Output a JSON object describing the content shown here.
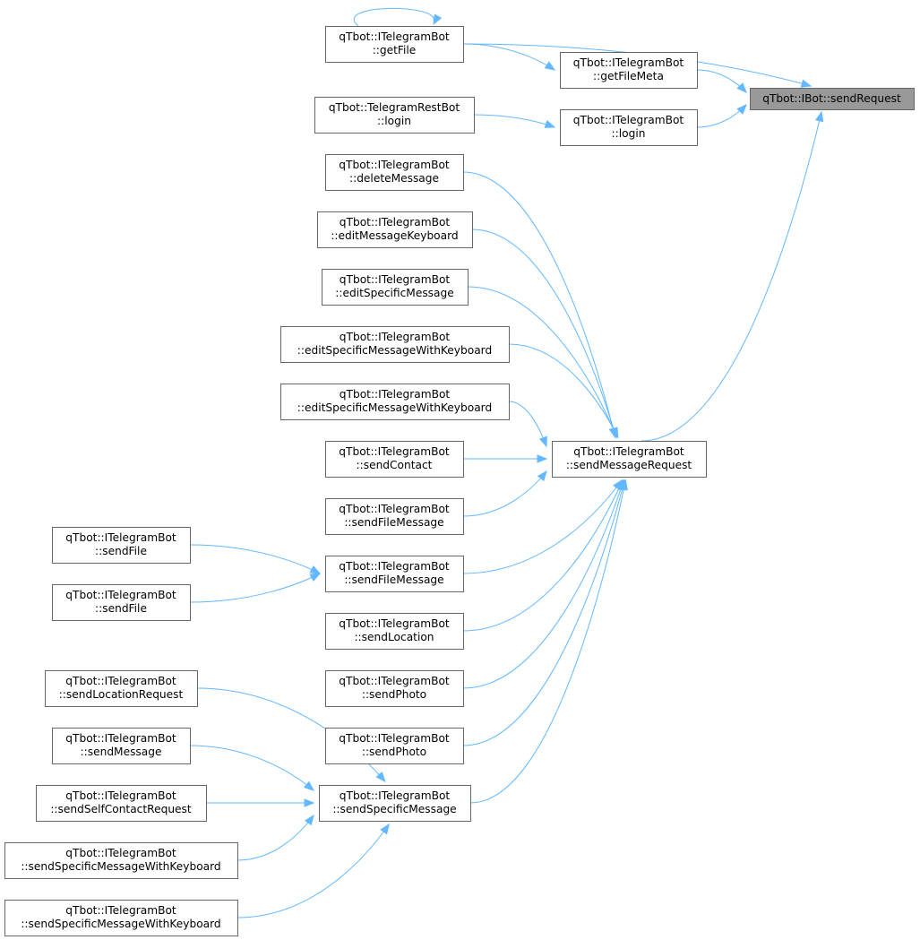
{
  "graph": {
    "root": "sendRequest",
    "nodes": [
      {
        "id": "sendRequest",
        "line1": "qTbot::IBot::sendRequest",
        "line2": "",
        "root": true
      },
      {
        "id": "getFileMeta",
        "line1": "qTbot::ITelegramBot",
        "line2": "::getFileMeta"
      },
      {
        "id": "getFile",
        "line1": "qTbot::ITelegramBot",
        "line2": "::getFile"
      },
      {
        "id": "loginI",
        "line1": "qTbot::ITelegramBot",
        "line2": "::login"
      },
      {
        "id": "loginRest",
        "line1": "qTbot::TelegramRestBot",
        "line2": "::login"
      },
      {
        "id": "sendMessageRequest",
        "line1": "qTbot::ITelegramBot",
        "line2": "::sendMessageRequest"
      },
      {
        "id": "deleteMessage",
        "line1": "qTbot::ITelegramBot",
        "line2": "::deleteMessage"
      },
      {
        "id": "editMessageKeyboard",
        "line1": "qTbot::ITelegramBot",
        "line2": "::editMessageKeyboard"
      },
      {
        "id": "editSpecificMessage",
        "line1": "qTbot::ITelegramBot",
        "line2": "::editSpecificMessage"
      },
      {
        "id": "editSpecificMessageWithKeyboard1",
        "line1": "qTbot::ITelegramBot",
        "line2": "::editSpecificMessageWithKeyboard"
      },
      {
        "id": "editSpecificMessageWithKeyboard2",
        "line1": "qTbot::ITelegramBot",
        "line2": "::editSpecificMessageWithKeyboard"
      },
      {
        "id": "sendContact",
        "line1": "qTbot::ITelegramBot",
        "line2": "::sendContact"
      },
      {
        "id": "sendFileMessage1",
        "line1": "qTbot::ITelegramBot",
        "line2": "::sendFileMessage"
      },
      {
        "id": "sendFileMessage2",
        "line1": "qTbot::ITelegramBot",
        "line2": "::sendFileMessage"
      },
      {
        "id": "sendFile1",
        "line1": "qTbot::ITelegramBot",
        "line2": "::sendFile"
      },
      {
        "id": "sendFile2",
        "line1": "qTbot::ITelegramBot",
        "line2": "::sendFile"
      },
      {
        "id": "sendLocation",
        "line1": "qTbot::ITelegramBot",
        "line2": "::sendLocation"
      },
      {
        "id": "sendPhoto1",
        "line1": "qTbot::ITelegramBot",
        "line2": "::sendPhoto"
      },
      {
        "id": "sendPhoto2",
        "line1": "qTbot::ITelegramBot",
        "line2": "::sendPhoto"
      },
      {
        "id": "sendSpecificMessage",
        "line1": "qTbot::ITelegramBot",
        "line2": "::sendSpecificMessage"
      },
      {
        "id": "sendLocationRequest",
        "line1": "qTbot::ITelegramBot",
        "line2": "::sendLocationRequest"
      },
      {
        "id": "sendMessage",
        "line1": "qTbot::ITelegramBot",
        "line2": "::sendMessage"
      },
      {
        "id": "sendSelfContactRequest",
        "line1": "qTbot::ITelegramBot",
        "line2": "::sendSelfContactRequest"
      },
      {
        "id": "sendSpecificMessageWithKeyboard1",
        "line1": "qTbot::ITelegramBot",
        "line2": "::sendSpecificMessageWithKeyboard"
      },
      {
        "id": "sendSpecificMessageWithKeyboard2",
        "line1": "qTbot::ITelegramBot",
        "line2": "::sendSpecificMessageWithKeyboard"
      }
    ],
    "edges": [
      {
        "from": "getFile",
        "to": "getFile"
      },
      {
        "from": "getFile",
        "to": "sendRequest"
      },
      {
        "from": "getFile",
        "to": "getFileMeta"
      },
      {
        "from": "getFileMeta",
        "to": "sendRequest"
      },
      {
        "from": "loginI",
        "to": "sendRequest"
      },
      {
        "from": "loginRest",
        "to": "loginI"
      },
      {
        "from": "sendMessageRequest",
        "to": "sendRequest"
      },
      {
        "from": "deleteMessage",
        "to": "sendMessageRequest"
      },
      {
        "from": "editMessageKeyboard",
        "to": "sendMessageRequest"
      },
      {
        "from": "editSpecificMessage",
        "to": "sendMessageRequest"
      },
      {
        "from": "editSpecificMessageWithKeyboard1",
        "to": "sendMessageRequest"
      },
      {
        "from": "editSpecificMessageWithKeyboard2",
        "to": "sendMessageRequest"
      },
      {
        "from": "sendContact",
        "to": "sendMessageRequest"
      },
      {
        "from": "sendFileMessage1",
        "to": "sendMessageRequest"
      },
      {
        "from": "sendFileMessage2",
        "to": "sendMessageRequest"
      },
      {
        "from": "sendFile1",
        "to": "sendFileMessage2"
      },
      {
        "from": "sendFile2",
        "to": "sendFileMessage2"
      },
      {
        "from": "sendLocation",
        "to": "sendMessageRequest"
      },
      {
        "from": "sendPhoto1",
        "to": "sendMessageRequest"
      },
      {
        "from": "sendPhoto2",
        "to": "sendMessageRequest"
      },
      {
        "from": "sendSpecificMessage",
        "to": "sendMessageRequest"
      },
      {
        "from": "sendLocationRequest",
        "to": "sendSpecificMessage"
      },
      {
        "from": "sendMessage",
        "to": "sendSpecificMessage"
      },
      {
        "from": "sendSelfContactRequest",
        "to": "sendSpecificMessage"
      },
      {
        "from": "sendSpecificMessageWithKeyboard1",
        "to": "sendSpecificMessage"
      },
      {
        "from": "sendSpecificMessageWithKeyboard2",
        "to": "sendSpecificMessage"
      }
    ]
  },
  "colors": {
    "edge": "#63b8ff",
    "node_border": "#666666",
    "root_fill": "#999999",
    "node_fill": "#ffffff"
  }
}
